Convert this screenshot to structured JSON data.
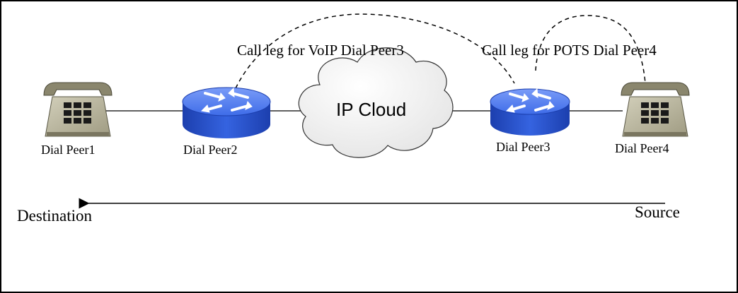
{
  "diagram": {
    "call_legs": {
      "voip_label": "Call leg for VoIP Dial Peer3",
      "pots_label": "Call leg for POTS Dial Peer4"
    },
    "nodes": {
      "phone_left_label": "Dial Peer1",
      "router_left_label": "Dial Peer2",
      "cloud_label": "IP Cloud",
      "router_right_label": "Dial Peer3",
      "phone_right_label": "Dial Peer4"
    },
    "flow": {
      "destination_label": "Destination",
      "source_label": "Source"
    },
    "icons": {
      "phone": "telephone-icon",
      "router": "router-icon",
      "cloud": "cloud-icon"
    },
    "colors": {
      "router_body": "#2f5fe0",
      "router_top": "#5b86f5",
      "phone_body": "#b8b49c",
      "cloud_fill": "#f0f0f0",
      "line": "#000000"
    }
  }
}
